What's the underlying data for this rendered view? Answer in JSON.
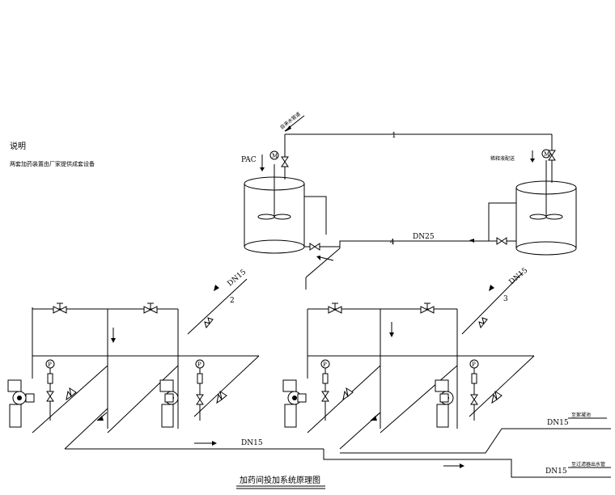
{
  "notes": {
    "heading": "说明",
    "line1": "两套加药装置由厂家提供成套设备"
  },
  "labels": {
    "pac": "PAC",
    "top_inlet": "自来水管道",
    "right_tank_inlet": "稀释液配送",
    "line_1": "1",
    "line_2": "2",
    "line_3": "3",
    "line_4": "4",
    "dn25": "DN25",
    "dn15_left_diag": "DN15",
    "dn15_right_diag": "DN15",
    "dn15_bottom_main": "DN15",
    "dn15_out_upper": "DN15",
    "dn15_out_lower": "DN15",
    "out_upper_dest": "至絮凝池",
    "out_lower_dest": "至过滤器出水管",
    "gauge_p": "P",
    "motor_m": "M"
  },
  "title": "加药间投加系统原理图",
  "icons": {
    "motor": "motor-icon",
    "valve": "gate-valve-icon",
    "check_valve": "check-valve-icon",
    "pressure_gauge": "pressure-gauge-icon",
    "dosing_pump": "dosing-pump-icon",
    "mixer": "agitator-icon",
    "flow_arrow": "flow-arrow-icon"
  }
}
